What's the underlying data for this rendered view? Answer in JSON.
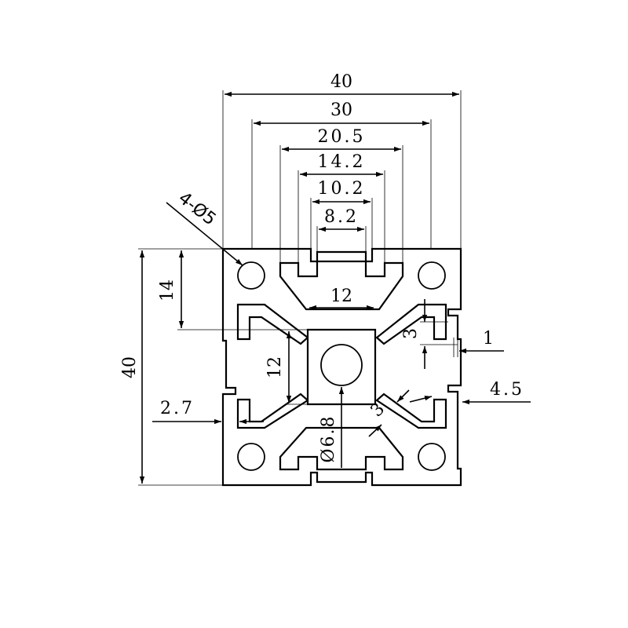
{
  "drawing": {
    "labels": {
      "width_overall": "40",
      "width_30": "30",
      "width_20_5": "20.5",
      "width_14_2": "14.2",
      "width_10_2": "10.2",
      "width_8_2": "8.2",
      "holes": "4-Ø5",
      "height_overall": "40",
      "height_14": "14",
      "center_width_12": "12",
      "center_height_12": "12",
      "wall_3_top": "3",
      "wall_1": "1",
      "slot_4_5": "4.5",
      "slot_2_7": "2.7",
      "diag_3": "3",
      "bore_6_8": "Ø6.8"
    },
    "line_color": "#000000",
    "background": "#ffffff"
  }
}
